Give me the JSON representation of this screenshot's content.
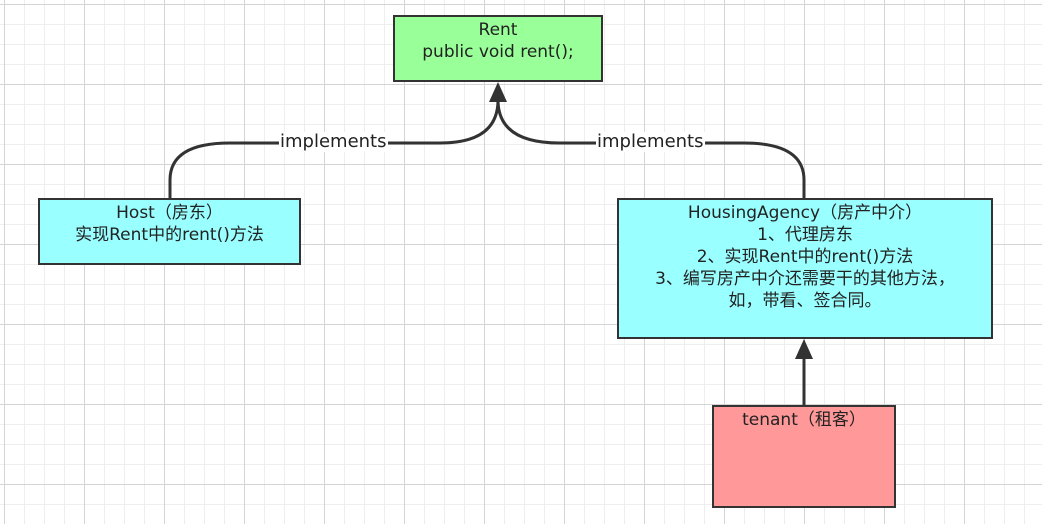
{
  "colors": {
    "rent_fill": "#99ff99",
    "host_fill": "#99ffff",
    "agency_fill": "#99ffff",
    "tenant_fill": "#ff9999",
    "stroke": "#333333"
  },
  "nodes": {
    "rent": {
      "title": "Rent",
      "lines": [
        "public void rent();"
      ]
    },
    "host": {
      "title": "Host（房东）",
      "lines": [
        "实现Rent中的rent()方法"
      ]
    },
    "agency": {
      "title": "HousingAgency（房产中介）",
      "lines": [
        "1、代理房东",
        "2、实现Rent中的rent()方法",
        "3、编写房产中介还需要干的其他方法，",
        "如，带看、签合同。"
      ]
    },
    "tenant": {
      "title": "tenant（租客）",
      "lines": []
    }
  },
  "edges": {
    "host_to_rent": {
      "label": "implements"
    },
    "agency_to_rent": {
      "label": "implements"
    }
  }
}
